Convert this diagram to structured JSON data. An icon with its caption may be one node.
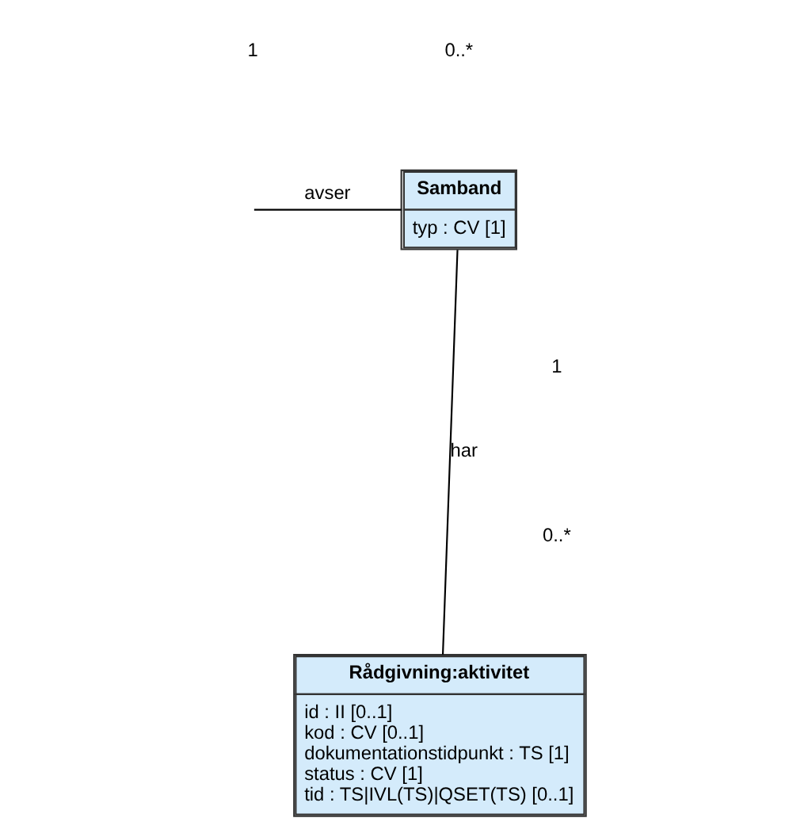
{
  "diagram": {
    "nodes": [
      {
        "text": [
          "Samband",
          "typ : CV [1]"
        ]
      },
      {
        "text": [
          "Rådgivning:aktivitet",
          "id : II [0..1]",
          "kod : CV [0..1]",
          "dokumentationstidpunkt : TS [1]",
          "status : CV [1]",
          "tid : TS|IVL(TS)|QSET(TS) [0..1]"
        ]
      }
    ],
    "edges": [
      {
        "from": null,
        "to": 0,
        "arrow": "none",
        "label": "avser"
      },
      {
        "from": 0,
        "to": 1,
        "arrow": "none",
        "label": "har"
      }
    ],
    "labels": [
      "1",
      "0..*",
      "1",
      "0..*"
    ]
  }
}
